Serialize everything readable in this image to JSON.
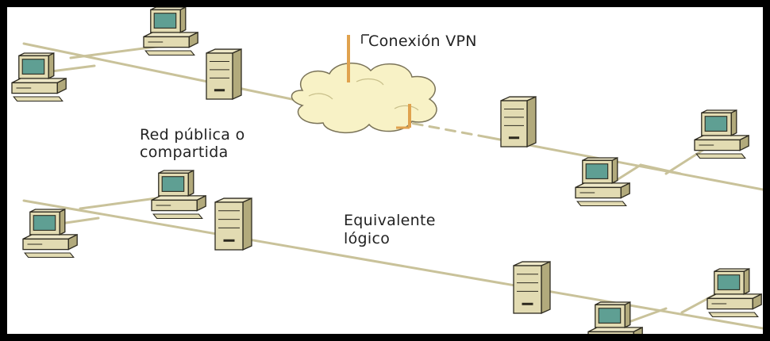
{
  "labels": {
    "vpn": "Conexión VPN",
    "public_net_line1": "Red pública o",
    "public_net_line2": "compartida",
    "logical_line1": "Equivalente",
    "logical_line2": "lógico"
  },
  "colors": {
    "line": "#c9c29a",
    "device_face": "#e2dbb2",
    "device_side": "#b2aa7c",
    "device_edge": "#2e2b20",
    "screen": "#5f9f93",
    "cloud_fill": "#f8f2c6",
    "marker": "#e0a24e",
    "border": "#000000"
  },
  "icons": {
    "workstation": "workstation-icon",
    "server": "server-icon",
    "cloud": "cloud-icon"
  }
}
